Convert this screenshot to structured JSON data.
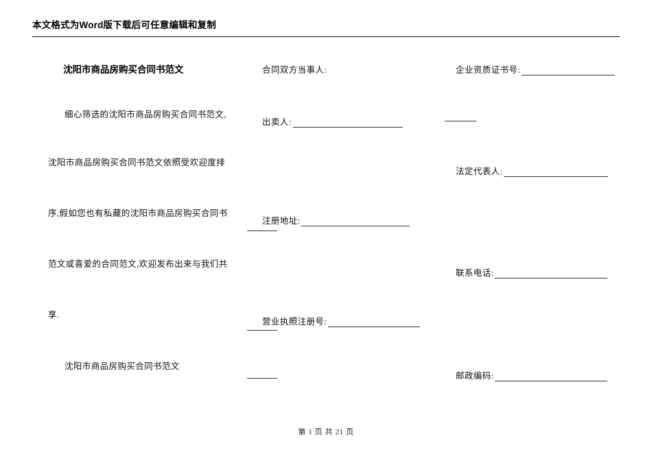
{
  "header": {
    "notice": "本文格式为Word版下载后可任意编辑和复制"
  },
  "document": {
    "title": "沈阳市商品房购买合同书范文",
    "paragraphs": [
      "细心筛选的沈阳市商品房购买合同书范文,",
      "沈阳市商品房购买合同书范文依照受欢迎度排",
      "序,假如您也有私藏的沈阳市商品房购买合同书",
      "范文或喜爱的合同范文,欢迎发布出来与我们共",
      "享.",
      "沈阳市商品房购买合同书范文"
    ]
  },
  "middle_column": {
    "heading": "合同双方当事人:",
    "fields": [
      {
        "label": "出卖人:"
      },
      {
        "label": "注册地址:"
      },
      {
        "label": "营业执照注册号:"
      }
    ]
  },
  "right_column": {
    "fields": [
      {
        "label": "企业资质证书号:"
      },
      {
        "label": "法定代表人:"
      },
      {
        "label": "联系电话:"
      },
      {
        "label": "邮政编码:"
      }
    ]
  },
  "footer": {
    "page_info": "第 1 页 共 21 页"
  }
}
